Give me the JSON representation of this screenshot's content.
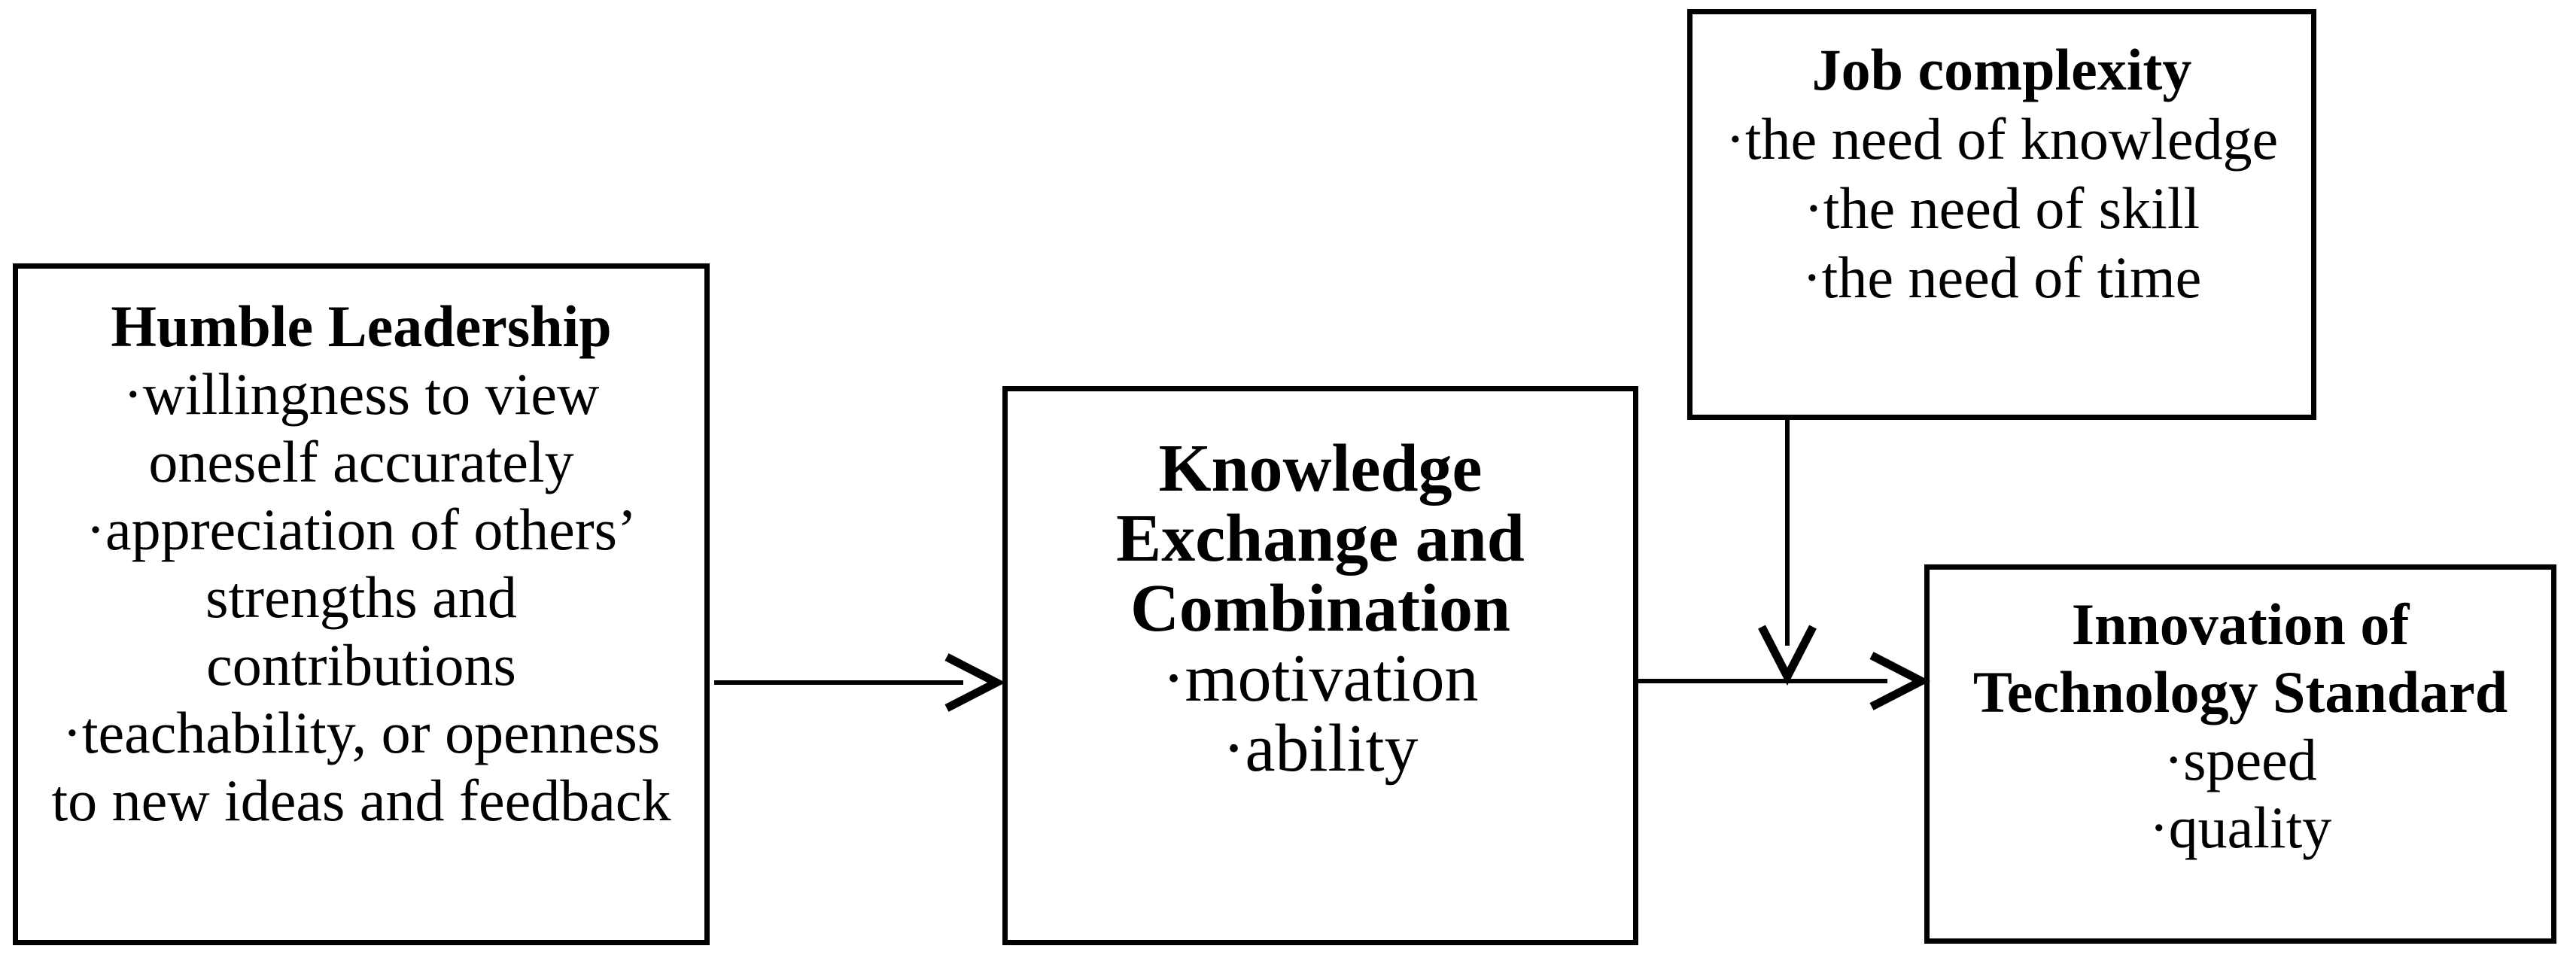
{
  "colors": {
    "background": "#ffffff",
    "box_border": "#000000",
    "text": "#000000",
    "arrow": "#000000"
  },
  "boxes": {
    "humble_leadership": {
      "title_lines": [
        "Humble Leadership"
      ],
      "body_lines": [
        "·willingness to view",
        "oneself accurately",
        "·appreciation of others’",
        "strengths and",
        "contributions",
        "·teachability, or openness",
        "to new ideas and feedback"
      ]
    },
    "knowledge_exchange": {
      "title_lines": [
        "Knowledge",
        "Exchange and",
        "Combination"
      ],
      "body_lines": [
        "·motivation",
        "·ability"
      ]
    },
    "job_complexity": {
      "title_lines": [
        "Job complexity"
      ],
      "body_lines": [
        "·the need of knowledge",
        "·the need of skill",
        "·the need of time"
      ]
    },
    "innovation_technology_standard": {
      "title_lines": [
        "Innovation of",
        "Technology Standard"
      ],
      "body_lines": [
        "·speed",
        "·quality"
      ]
    }
  },
  "arrows": [
    {
      "from": "humble_leadership",
      "to": "knowledge_exchange",
      "direction": "right"
    },
    {
      "from": "knowledge_exchange",
      "to": "innovation_technology_standard",
      "direction": "right"
    },
    {
      "from": "job_complexity",
      "to": "arrow_knowledge_to_innovation",
      "direction": "down"
    }
  ]
}
